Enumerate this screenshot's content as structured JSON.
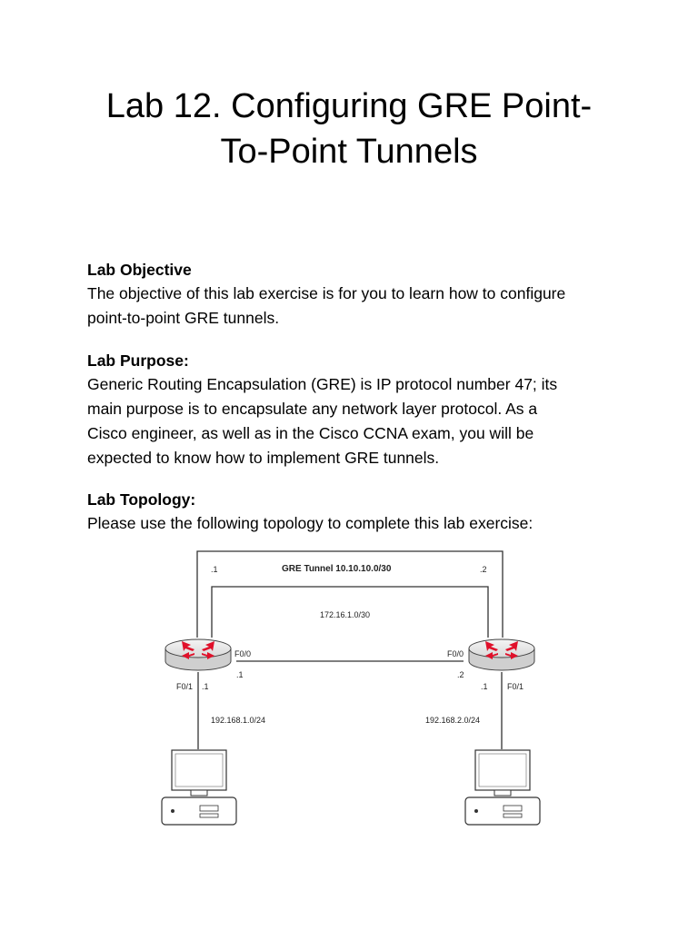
{
  "title_line1": "Lab 12. Configuring GRE Point-",
  "title_line2": "To-Point Tunnels",
  "objective": {
    "heading": "Lab Objective",
    "text_line1": "The objective of this lab exercise is for you to learn how to configure",
    "text_line2": "point-to-point GRE tunnels."
  },
  "purpose": {
    "heading": "Lab Purpose:",
    "lines": [
      "Generic Routing Encapsulation (GRE) is IP protocol number 47; its",
      "main purpose is to encapsulate any network layer protocol. As a",
      "Cisco engineer, as well as in the Cisco CCNA exam, you will be",
      "expected to know how to implement GRE tunnels."
    ]
  },
  "topology": {
    "heading": "Lab Topology:",
    "text": "Please use the following topology to complete this lab exercise:",
    "diagram": {
      "tunnel_label": "GRE Tunnel 10.10.10.0/30",
      "tunnel_left_ip": ".1",
      "tunnel_right_ip": ".2",
      "link_network": "172.16.1.0/30",
      "r1_wan_if": "F0/0",
      "r1_wan_ip": ".1",
      "r1_lan_if": "F0/1",
      "r1_lan_ip": ".1",
      "r2_wan_if": "F0/0",
      "r2_wan_ip": ".2",
      "r2_lan_if": "F0/1",
      "r2_lan_ip": ".1",
      "lan_left": "192.168.1.0/24",
      "lan_right": "192.168.2.0/24",
      "colors": {
        "router_body": "#e6e6e6",
        "router_arrows": "#e0102a",
        "line": "#333333"
      }
    }
  }
}
